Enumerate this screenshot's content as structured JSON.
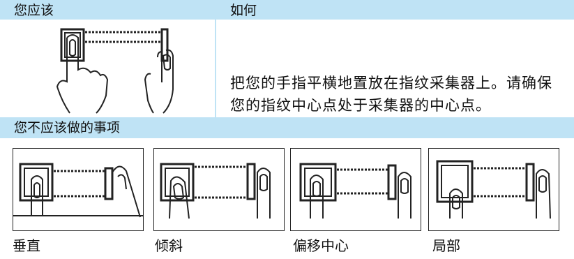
{
  "header": {
    "col1_label": "您应该",
    "col2_label": "如何"
  },
  "instruction": {
    "text": "把您的手指平横地置放在指纹采集器上。请确保您的指纹中心点处于采集器的中心点。"
  },
  "donts": {
    "title": "您不应该做的事项",
    "items": [
      {
        "label": "垂直",
        "illustration": "finger-vertical-icon"
      },
      {
        "label": "倾斜",
        "illustration": "finger-tilted-icon"
      },
      {
        "label": "偏移中心",
        "illustration": "finger-off-center-icon"
      },
      {
        "label": "局部",
        "illustration": "finger-partial-icon"
      }
    ]
  },
  "colors": {
    "band": "#bfe3f5",
    "line": "#222222"
  }
}
